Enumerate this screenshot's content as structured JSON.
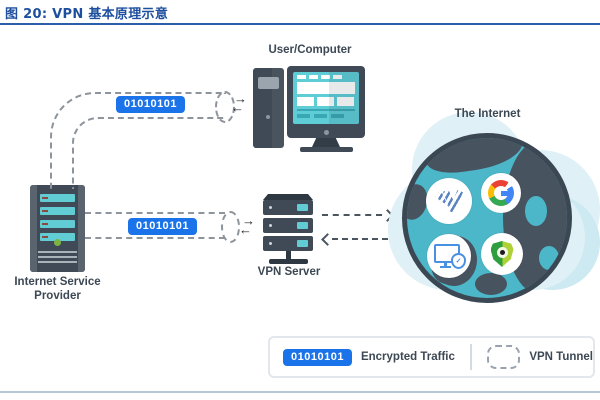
{
  "figure": {
    "title": "图 20: VPN 基本原理示意"
  },
  "nodes": {
    "user_computer": {
      "label": "User/Computer"
    },
    "isp": {
      "label_line1": "Internet Service",
      "label_line2": "Provider"
    },
    "vpn_server": {
      "label": "VPN Server"
    },
    "internet": {
      "label": "The Internet",
      "logos": [
        "striped-v-brand",
        "google",
        "secure-desktop",
        "green-shield-eye"
      ]
    }
  },
  "tunnels": {
    "isp_to_user_badge": "01010101",
    "isp_to_vpn_badge": "01010101"
  },
  "legend": {
    "encrypted_badge": "01010101",
    "encrypted_label": "Encrypted Traffic",
    "tunnel_label": "VPN Tunnel"
  },
  "colors": {
    "title_blue": "#1e4f9e",
    "badge_blue": "#1a73e8",
    "device_slate": "#3f4a56",
    "screen_teal": "#5ecdd6",
    "globe_teal": "#4cb7c9",
    "cloud_light": "#dff0f6",
    "dash_gray": "#8d949b",
    "label_text": "#3c4854"
  }
}
